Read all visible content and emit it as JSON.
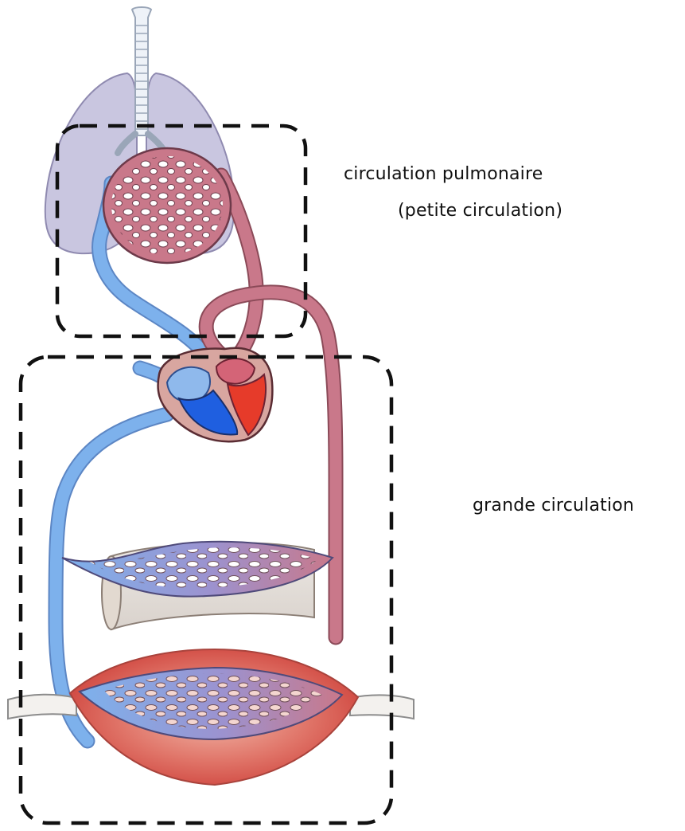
{
  "labels": {
    "pulmonary_line1": "circulation pulmonaire",
    "pulmonary_line2": "(petite circulation)",
    "systemic": "grande circulation"
  },
  "colors": {
    "venous": "#7db1ec",
    "arterial": "#c9788a",
    "lung": "#c9c6e0",
    "muscle": "#d8504a",
    "heart_wall": "#d8a6a0",
    "oxygen_poor_chamber": "#1f5fe0",
    "oxygen_rich_chamber": "#e63b2a"
  },
  "icons": {
    "lungs": "lungs-icon",
    "trachea": "trachea-icon",
    "heart": "heart-icon",
    "organ_tube": "organ-tube-icon",
    "muscle": "muscle-icon"
  }
}
